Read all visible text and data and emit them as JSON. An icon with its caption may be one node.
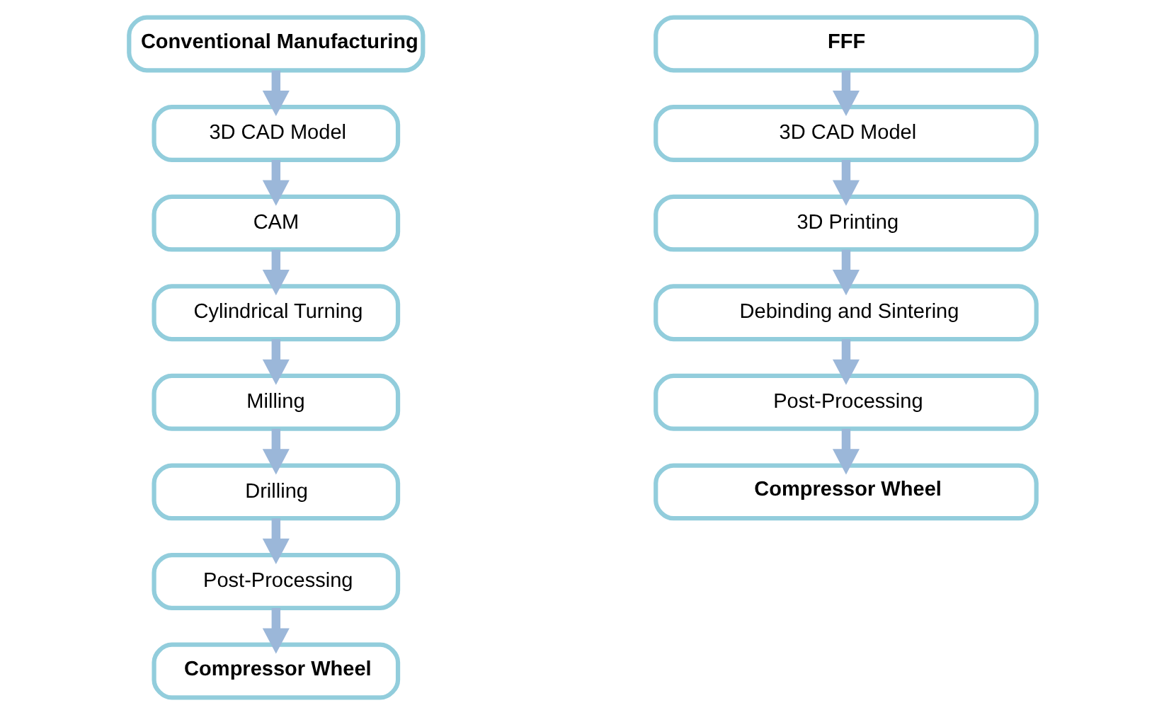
{
  "diagram": {
    "nodes": [
      {
        "text": [
          "Conventional Manufacturing"
        ]
      },
      {
        "text": [
          "3D CAD Model"
        ]
      },
      {
        "text": [
          "CAM"
        ]
      },
      {
        "text": [
          "Cylindrical Turning"
        ]
      },
      {
        "text": [
          "Milling"
        ]
      },
      {
        "text": [
          "Drilling"
        ]
      },
      {
        "text": [
          "Post-Processing"
        ]
      },
      {
        "text": [
          "Compressor Wheel"
        ]
      },
      {
        "text": [
          "FFF"
        ]
      },
      {
        "text": [
          "3D CAD Model"
        ]
      },
      {
        "text": [
          "3D Printing"
        ]
      },
      {
        "text": [
          "Debinding and Sintering"
        ]
      },
      {
        "text": [
          "Post-Processing"
        ]
      },
      {
        "text": [
          "Compressor Wheel"
        ]
      }
    ],
    "edges": [
      {
        "from": 0,
        "to": 1,
        "arrow": "to"
      },
      {
        "from": 1,
        "to": 2,
        "arrow": "to"
      },
      {
        "from": 2,
        "to": 3,
        "arrow": "to"
      },
      {
        "from": 3,
        "to": 4,
        "arrow": "to"
      },
      {
        "from": 4,
        "to": 5,
        "arrow": "to"
      },
      {
        "from": 5,
        "to": 6,
        "arrow": "to"
      },
      {
        "from": 6,
        "to": 7,
        "arrow": "to"
      },
      {
        "from": 8,
        "to": 9,
        "arrow": "to"
      },
      {
        "from": 9,
        "to": 10,
        "arrow": "to"
      },
      {
        "from": 10,
        "to": 11,
        "arrow": "to"
      },
      {
        "from": 11,
        "to": 12,
        "arrow": "to"
      },
      {
        "from": 12,
        "to": 13,
        "arrow": "to"
      }
    ]
  }
}
